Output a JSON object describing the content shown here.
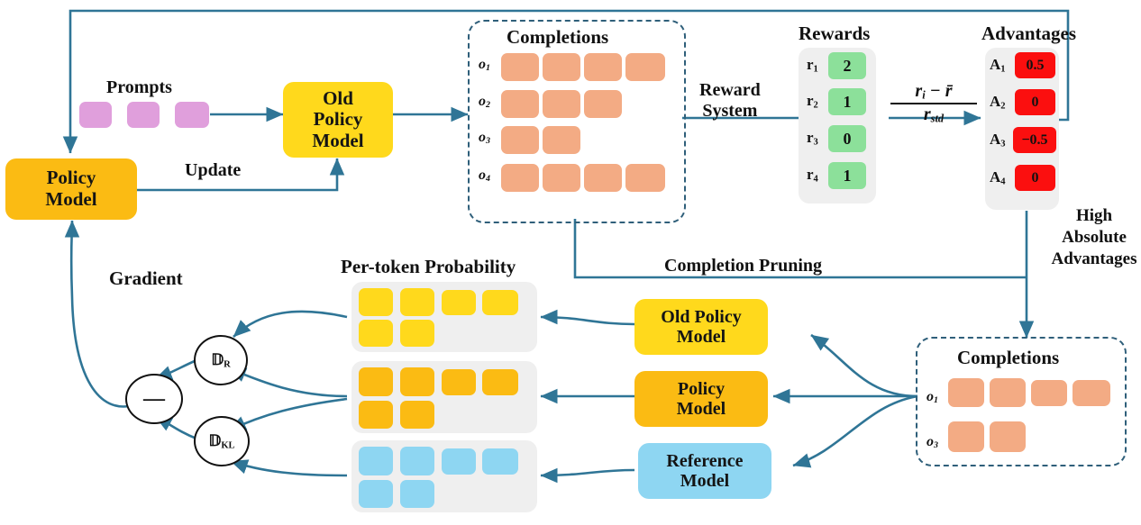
{
  "diagram": {
    "title": "GRPO with Completion Pruning",
    "colors": {
      "arrow": "#2f7596",
      "prompt_tile": "#e09fdc",
      "completion_tile": "#f3ab84",
      "old_policy": "#ffd91c",
      "policy": "#fbbb13",
      "reference": "#8ed6f2",
      "reward_green": "#8ce09a",
      "advantage_red": "#fb0f0f",
      "panel_gray": "#efefef",
      "prob_old_policy": "#ffd91c",
      "prob_policy": "#fbbb13",
      "prob_reference": "#8ed6f2",
      "dash_border": "#2f5f7a"
    },
    "labels": {
      "prompts": "Prompts",
      "update": "Update",
      "completions_top": "Completions",
      "reward_system": "Reward\nSystem",
      "reward_system_line1": "Reward",
      "reward_system_line2": "System",
      "rewards": "Rewards",
      "advantages": "Advantages",
      "high_abs_1": "High",
      "high_abs_2": "Absolute",
      "high_abs_3": "Advantages",
      "completion_pruning": "Completion  Pruning",
      "per_token_probability": "Per-token Probability",
      "gradient": "Gradient",
      "completions_bottom": "Completions"
    },
    "formula": {
      "numerator": "rᵢ − r̄",
      "denominator": "r",
      "denominator_sub": "std"
    },
    "nodes": {
      "policy_model": "Policy\nModel",
      "policy_model_l1": "Policy",
      "policy_model_l2": "Model",
      "old_policy_model_l1": "Old",
      "old_policy_model_l2": "Policy",
      "old_policy_model_l3": "Model",
      "old_policy_model_b1": "Old Policy",
      "old_policy_model_b2": "Model",
      "policy_model_b1": "Policy",
      "policy_model_b2": "Model",
      "reference_model_b1": "Reference",
      "reference_model_b2": "Model"
    },
    "operators": {
      "minus": "—",
      "d_r": "ℹ",
      "d_r_label": "R",
      "d_kl_label": "KL"
    },
    "prompts": {
      "count": 3
    },
    "completions_top": {
      "rows": [
        {
          "label": "o",
          "index": "1",
          "tokens": 4
        },
        {
          "label": "o",
          "index": "2",
          "tokens": 3
        },
        {
          "label": "o",
          "index": "3",
          "tokens": 2
        },
        {
          "label": "o",
          "index": "4",
          "tokens": 4
        }
      ]
    },
    "completions_bottom": {
      "rows": [
        {
          "label": "o",
          "index": "1",
          "tokens": 4
        },
        {
          "label": "o",
          "index": "3",
          "tokens": 2
        }
      ]
    },
    "rewards": {
      "items": [
        {
          "name": "r",
          "index": "1",
          "value": "2"
        },
        {
          "name": "r",
          "index": "2",
          "value": "1"
        },
        {
          "name": "r",
          "index": "3",
          "value": "0"
        },
        {
          "name": "r",
          "index": "4",
          "value": "1"
        }
      ]
    },
    "advantages": {
      "items": [
        {
          "name": "A",
          "index": "1",
          "value": "0.5"
        },
        {
          "name": "A",
          "index": "2",
          "value": "0"
        },
        {
          "name": "A",
          "index": "3",
          "value": "−0.5"
        },
        {
          "name": "A",
          "index": "4",
          "value": "0"
        }
      ]
    },
    "per_token_probability": {
      "grids": [
        {
          "model": "old-policy",
          "row1": 4,
          "row2": 2
        },
        {
          "model": "policy",
          "row1": 4,
          "row2": 2
        },
        {
          "model": "reference",
          "row1": 4,
          "row2": 2
        }
      ]
    }
  }
}
